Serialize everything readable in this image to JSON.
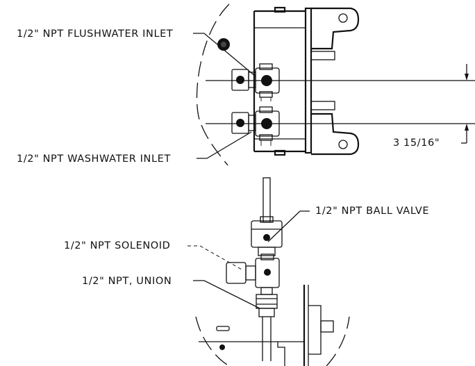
{
  "callouts": {
    "flushwater_inlet": "1/2\" NPT FLUSHWATER INLET",
    "washwater_inlet": "1/2\" NPT WASHWATER INLET",
    "ball_valve": "1/2\" NPT BALL VALVE",
    "solenoid": "1/2\" NPT SOLENOID",
    "union": "1/2\" NPT, UNION"
  },
  "dimensions": {
    "inlet_spacing": "3 15/16\""
  }
}
